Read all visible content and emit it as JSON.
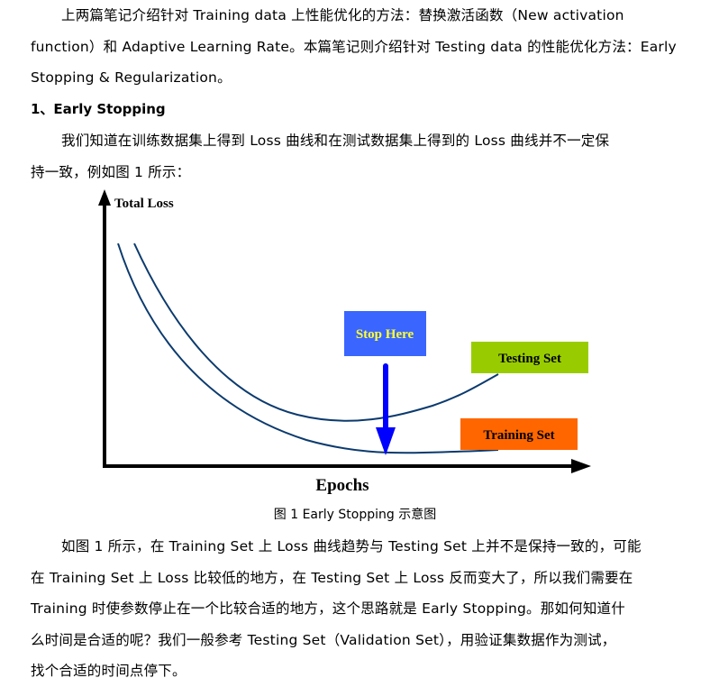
{
  "paragraph1": {
    "lines": [
      "上两篇笔记介绍针对 Training data 上性能优化的方法：替换激活函数（New activation",
      "function）和 Adaptive Learning Rate。本篇笔记则介绍针对 Testing data 的性能优化方法：Early",
      "Stopping & Regularization。"
    ]
  },
  "section_heading": "1、Early Stopping",
  "paragraph2": {
    "lines": [
      "我们知道在训练数据集上得到 Loss 曲线和在测试数据集上得到的 Loss 曲线并不一定保",
      "持一致，例如图 1 所示："
    ]
  },
  "figure": {
    "y_axis_label": "Total Loss",
    "x_axis_label": "Epochs",
    "stop_label": "Stop Here",
    "testing_label": "Testing Set",
    "training_label": "Training Set",
    "colors": {
      "curve": "#0b3a6e",
      "stop_box": "#3a66ff",
      "stop_text": "#ffff33",
      "stop_arrow": "#0000ff",
      "testing_box": "#99cc00",
      "training_box": "#ff6600",
      "axis": "#000000"
    },
    "caption": "图 1 Early Stopping 示意图"
  },
  "chart_data": {
    "type": "line",
    "title": "Early Stopping",
    "xlabel": "Epochs",
    "ylabel": "Total Loss",
    "grid": false,
    "series": [
      {
        "name": "Testing Set",
        "shape": "decreases then rises after minimum"
      },
      {
        "name": "Training Set",
        "shape": "monotonically decreasing, flattening"
      }
    ],
    "annotations": [
      "Stop Here (arrow pointing to the Testing Set minimum)"
    ]
  },
  "paragraph3": {
    "lines": [
      "如图 1 所示，在 Training Set 上 Loss 曲线趋势与 Testing Set 上并不是保持一致的，可能",
      "在 Training Set 上 Loss 比较低的地方，在 Testing Set 上 Loss 反而变大了，所以我们需要在",
      "Training 时使参数停止在一个比较合适的地方，这个思路就是 Early Stopping。那如何知道什",
      "么时间是合适的呢？我们一般参考 Testing Set（Validation Set），用验证集数据作为测试，",
      "找个合适的时间点停下。"
    ]
  }
}
